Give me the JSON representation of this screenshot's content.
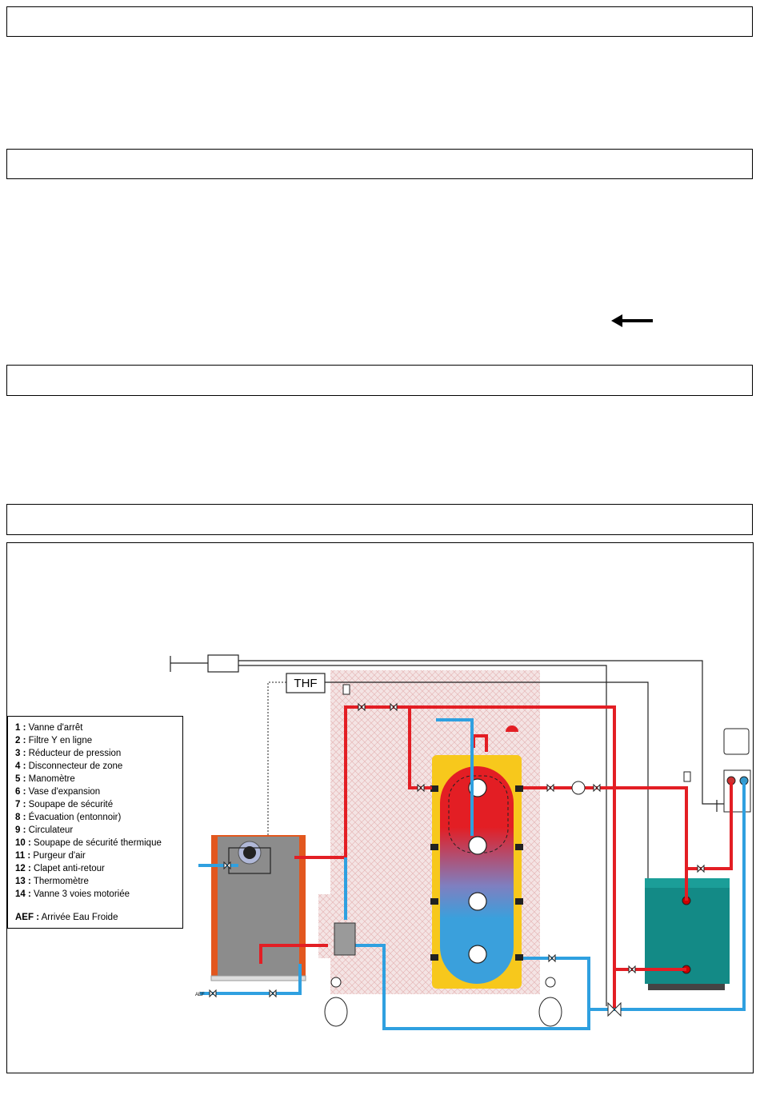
{
  "legend": {
    "items": [
      {
        "num": "1 :",
        "label": "Vanne d'arrêt"
      },
      {
        "num": "2 :",
        "label": "Filtre Y en ligne"
      },
      {
        "num": "3 :",
        "label": "Réducteur de pression"
      },
      {
        "num": "4 :",
        "label": "Disconnecteur de zone"
      },
      {
        "num": "5 :",
        "label": "Manomètre"
      },
      {
        "num": "6 :",
        "label": "Vase d'expansion"
      },
      {
        "num": "7 :",
        "label": "Soupape de sécurité"
      },
      {
        "num": "8 :",
        "label": "Évacuation (entonnoir)"
      },
      {
        "num": "9 :",
        "label": "Circulateur"
      },
      {
        "num": "10 :",
        "label": "Soupape de sécurité thermique"
      },
      {
        "num": "11 :",
        "label": "Purgeur d'air"
      },
      {
        "num": "12 :",
        "label": "Clapet anti-retour"
      },
      {
        "num": "13 :",
        "label": "Thermomètre"
      },
      {
        "num": "14 :",
        "label": "Vanne 3 voies motoriée"
      }
    ],
    "aef": {
      "num": "AEF :",
      "label": "Arrivée Eau Froide"
    }
  },
  "labels": {
    "thf": "THF",
    "aef_small": "AEF"
  },
  "colors": {
    "hot": "#e31e24",
    "cold": "#2fa0e0",
    "boiler_green": "#138a86",
    "tank_yellow": "#f7c81c",
    "boiler_grey": "#8c8c8c",
    "boiler_orange": "#e2571e"
  }
}
